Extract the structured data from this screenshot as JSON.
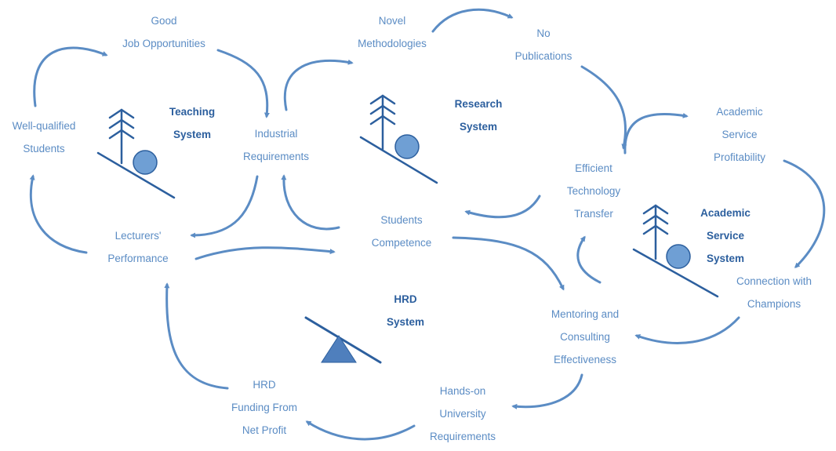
{
  "colors": {
    "arrow": "#5b8cc4",
    "label": "#5b8cc4",
    "system_label": "#2c5f9e",
    "icon_stroke": "#2c5f9e",
    "ball_fill": "#6f9fd4",
    "triangle_fill": "#4f7fbd"
  },
  "systems": {
    "teaching": [
      "Teaching",
      "System"
    ],
    "research": [
      "Research",
      "System"
    ],
    "academic_service": [
      "Academic",
      "Service",
      "System"
    ],
    "hrd": [
      "HRD",
      "System"
    ]
  },
  "nodes": {
    "good_jobs": [
      "Good",
      "Job Opportunities"
    ],
    "novel_methods": [
      "Novel",
      "Methodologies"
    ],
    "no_publications": [
      "No",
      "Publications"
    ],
    "well_qualified": [
      "Well-qualified",
      "Students"
    ],
    "industrial_req": [
      "Industrial",
      "Requirements"
    ],
    "academic_profit": [
      "Academic",
      "Service",
      "Profitability"
    ],
    "efficient_transfer": [
      "Efficient",
      "Technology",
      "Transfer"
    ],
    "students_competence": [
      "Students",
      "Competence"
    ],
    "lecturers_performance": [
      "Lecturers'",
      "Performance"
    ],
    "connection_champions": [
      "Connection with",
      "Champions"
    ],
    "mentoring": [
      "Mentoring and",
      "Consulting",
      "Effectiveness"
    ],
    "hands_on": [
      "Hands-on",
      "University",
      "Requirements"
    ],
    "hrd_funding": [
      "HRD",
      "Funding From",
      "Net Profit"
    ]
  },
  "icons": {
    "teaching": "tree-slope-ball-icon",
    "research": "tree-slope-ball-icon",
    "academic_service": "tree-slope-ball-icon",
    "hrd": "seesaw-balance-icon"
  }
}
